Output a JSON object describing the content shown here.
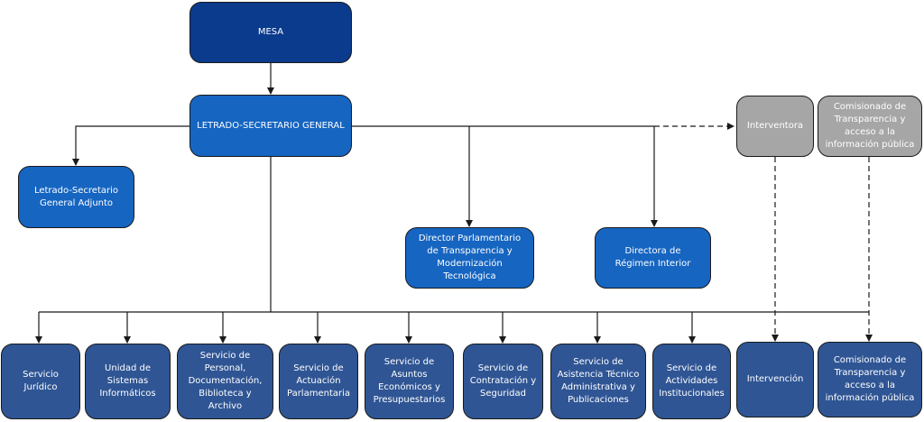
{
  "nodes": {
    "mesa": "MESA",
    "letrado_secretario_general": "LETRADO-SECRETARIO GENERAL",
    "letrado_secretario_adjunto": "Letrado-Secretario General Adjunto",
    "director_parlamentario": "Director Parlamentario de Transparencia y Modernización Tecnológica",
    "directora_regimen_interior": "Directora de Régimen Interior",
    "interventora": "Interventora",
    "comisionado_top": "Comisionado de Transparencia y acceso a la información pública"
  },
  "services": [
    "Servicio Jurídico",
    "Unidad de Sistemas Informáticos",
    "Servicio de Personal, Documentación, Biblioteca y Archivo",
    "Servicio de Actuación Parlamentaria",
    "Servicio de Asuntos Económicos y Presupuestarios",
    "Servicio de Contratación y Seguridad",
    "Servicio de Asistencia Técnico Administrativa y Publicaciones",
    "Servicio de Actividades Institucionales",
    "Intervención",
    "Comisionado de Transparencia y acceso a la información pública"
  ],
  "colors": {
    "mesa": "#0b3b8c",
    "units": "#1665c1",
    "services": "#2f5594",
    "independent": "#a6a6a6"
  }
}
